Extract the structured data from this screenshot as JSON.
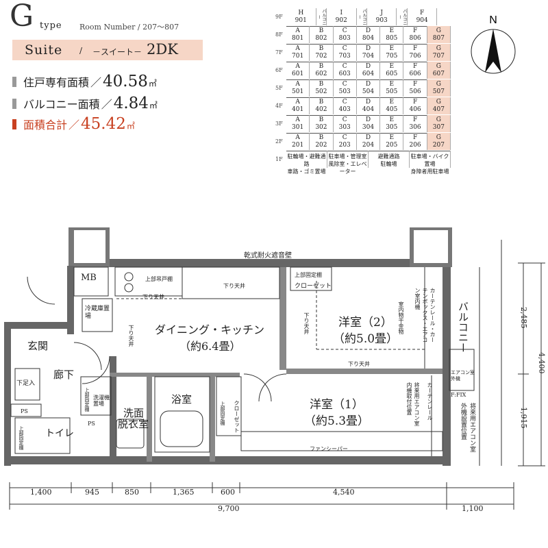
{
  "header": {
    "type_letter": "G",
    "type_word": "type",
    "room_number": "Room Number / 207～807",
    "suite_word": "Suite",
    "suite_sep": "/",
    "suite_kana": "－スイート－",
    "layout": "2DK"
  },
  "areas": [
    {
      "label": "住戸専有面積",
      "value": "40.58",
      "unit": "㎡"
    },
    {
      "label": "バルコニー面積",
      "value": "4.84",
      "unit": "㎡"
    },
    {
      "label": "面積合計",
      "value": "45.42",
      "unit": "㎡"
    }
  ],
  "compass": {
    "label": "N"
  },
  "floor_table": {
    "floors": [
      "9F",
      "8F",
      "7F",
      "6F",
      "5F",
      "4F",
      "3F",
      "2F",
      "1F"
    ],
    "row_9f": [
      {
        "t": "H",
        "n": "901"
      },
      {
        "t": "バルコニー",
        "v": true
      },
      {
        "t": "I",
        "n": "902"
      },
      {
        "t": "バルコニー",
        "v": true
      },
      {
        "t": "J",
        "n": "903"
      },
      {
        "t": "バルコニー",
        "v": true
      },
      {
        "t": "F",
        "n": "904"
      }
    ],
    "types": [
      "A",
      "B",
      "C",
      "D",
      "E",
      "F",
      "G"
    ],
    "rows": [
      [
        "801",
        "802",
        "803",
        "804",
        "805",
        "806",
        "807"
      ],
      [
        "701",
        "702",
        "703",
        "704",
        "705",
        "706",
        "707"
      ],
      [
        "601",
        "602",
        "603",
        "604",
        "605",
        "606",
        "607"
      ],
      [
        "501",
        "502",
        "503",
        "504",
        "505",
        "506",
        "507"
      ],
      [
        "401",
        "402",
        "403",
        "404",
        "405",
        "406",
        "407"
      ],
      [
        "301",
        "302",
        "303",
        "304",
        "305",
        "306",
        "307"
      ],
      [
        "201",
        "202",
        "203",
        "204",
        "205",
        "206",
        "207"
      ]
    ],
    "highlight_type": "G",
    "row_1f": [
      [
        "駐輪場・避難通路",
        "車路・ゴミ置場"
      ],
      [
        "駐車場・管理室",
        "風除室・エレベーター"
      ],
      [
        "避難通路",
        "駐輪場"
      ],
      [
        "駐車場・バイク置場",
        "身障者用駐車場"
      ]
    ]
  },
  "plan": {
    "sound_wall": "乾式耐火遮音壁",
    "rooms": {
      "mb": "MB",
      "dk_name": "ダイニング・キッチン",
      "dk_size": "（約6.4畳）",
      "western2_name": "洋室（2）",
      "western2_size": "（約5.0畳）",
      "western1_name": "洋室（1）",
      "western1_size": "（約5.3畳）",
      "entrance": "玄関",
      "hall": "廊下",
      "bath": "浴室",
      "washroom1": "洗面",
      "washroom2": "脱衣室",
      "toilet": "トイレ",
      "balcony": "バルコニー"
    },
    "notes": {
      "upper_cabinet1": "上部吊戸棚",
      "dropped_ceiling": "下り天井",
      "fixed_shelf": "上部固定棚",
      "closet": "クローゼット",
      "fridge": "冷蔵庫置場",
      "curtain_box": "カーテンレール・カーテンボックス・エアコン室内機",
      "hanger": "室内物干金物",
      "shoe_rack": "下足入",
      "ps": "PS",
      "washer": "洗濯機置場",
      "upper_fixed": "上部固定棚",
      "upper_shelf_toilet": "上部固定棚",
      "fan_seeper": "ファンシーパー",
      "curtain_rail": "カーテンレール",
      "future_ac": "将来用エアコン室内機取付位置",
      "ac_outdoor": "エアコン室外機",
      "fix": "F:FIX",
      "future_ac_out": "将来用エアコン室外機設置位置"
    },
    "dims_bottom": [
      "1,400",
      "945",
      "850",
      "1,365",
      "600",
      "4,540"
    ],
    "dim_total": "9,700",
    "dim_balcony": "1,100",
    "dims_right": [
      "2,485",
      "1,915"
    ],
    "dim_right_total": "4,400"
  }
}
